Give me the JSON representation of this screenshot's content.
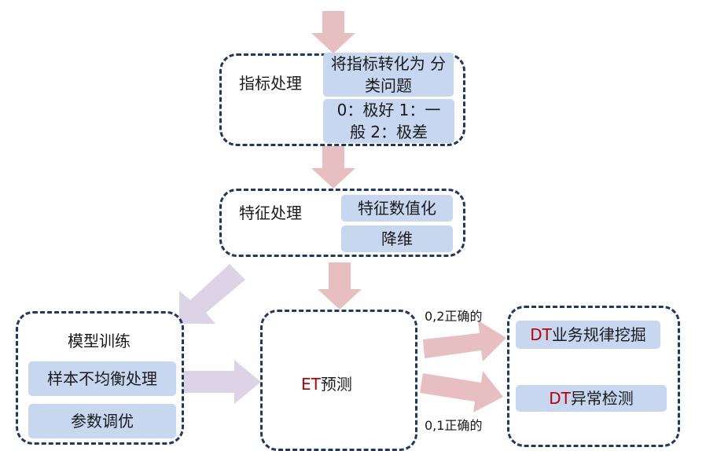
{
  "colors": {
    "box_border": "#1f3864",
    "chip_fill": "#c6d7ef",
    "arrow_pink": "#e8bfc0",
    "arrow_purple": "#dcd3e6",
    "accent_red": "#c00000"
  },
  "indicator": {
    "title": "指标处理",
    "chip1": "将指标转化为 分类问题",
    "chip2": "0：极好 1：一般 2：极差"
  },
  "feature": {
    "title": "特征处理",
    "chip1": "特征数值化",
    "chip2": "降维"
  },
  "model": {
    "title": "模型训练",
    "chip1": "样本不均衡处理",
    "chip2": "参数调优"
  },
  "predict": {
    "prefix": "ET",
    "label": "预测"
  },
  "edges": {
    "upper": "0,2正确的",
    "lower": "0,1正确的"
  },
  "dt": {
    "prefix": "DT",
    "chip1": "业务规律挖掘",
    "chip2": "异常检测"
  }
}
